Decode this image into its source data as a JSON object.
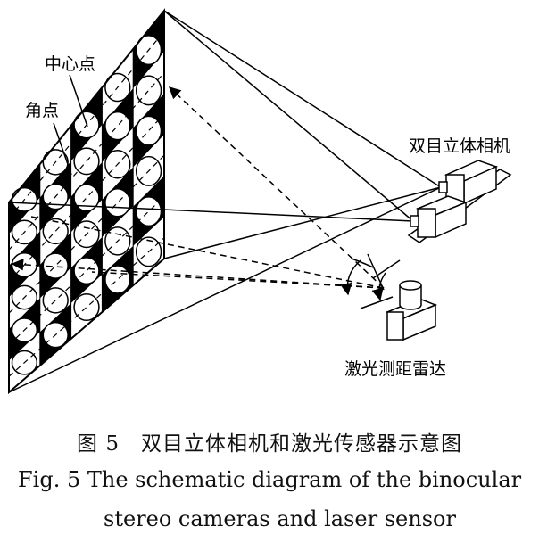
{
  "labels": {
    "center_point": "中心点",
    "corner_point": "角点",
    "stereo_camera": "双目立体相机",
    "laser_rangefinder": "激光测距雷达"
  },
  "caption": {
    "cn": "图 5　双目立体相机和激光传感器示意图",
    "en_line1": "Fig. 5    The schematic diagram of the binocular",
    "en_line2": "stereo cameras and laser sensor"
  },
  "colors": {
    "ink": "#000000",
    "paper": "#ffffff"
  }
}
